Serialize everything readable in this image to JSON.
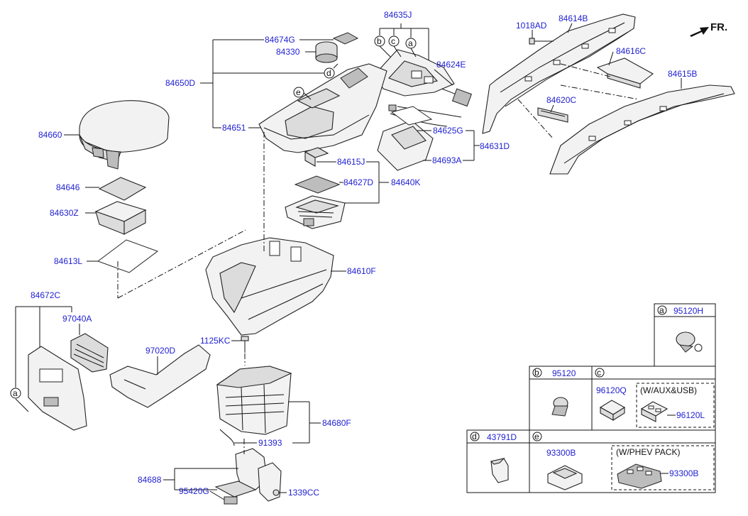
{
  "header": {
    "direction_label": "FR."
  },
  "callouts": {
    "a": "a",
    "b": "b",
    "c": "c",
    "d": "d",
    "e": "e"
  },
  "parts": {
    "p84635J": "84635J",
    "p1018AD": "1018AD",
    "p84614B": "84614B",
    "p84674G": "84674G",
    "p84330": "84330",
    "p84624E": "84624E",
    "p84616C": "84616C",
    "p84615B": "84615B",
    "p84650D": "84650D",
    "p84620C": "84620C",
    "p84660": "84660",
    "p84651": "84651",
    "p84625G": "84625G",
    "p84631D": "84631D",
    "p84615J": "84615J",
    "p84693A": "84693A",
    "p84646": "84646",
    "p84627D": "84627D",
    "p84640K": "84640K",
    "p84630Z": "84630Z",
    "p84613L": "84613L",
    "p84610F": "84610F",
    "p84672C": "84672C",
    "p97040A": "97040A",
    "p1125KC": "1125KC",
    "p97020D": "97020D",
    "p84680F": "84680F",
    "p91393": "91393",
    "p84688": "84688",
    "p95420G": "95420G",
    "p1339CC": "1339CC"
  },
  "legend_table": {
    "a_part": "95120H",
    "b_part": "95120",
    "c_left_part": "96120Q",
    "c_option_label": "(W/AUX&USB)",
    "c_option_part": "96120L",
    "d_part": "43791D",
    "e_left_part": "93300B",
    "e_option_label": "(W/PHEV PACK)",
    "e_option_part": "93300B"
  }
}
